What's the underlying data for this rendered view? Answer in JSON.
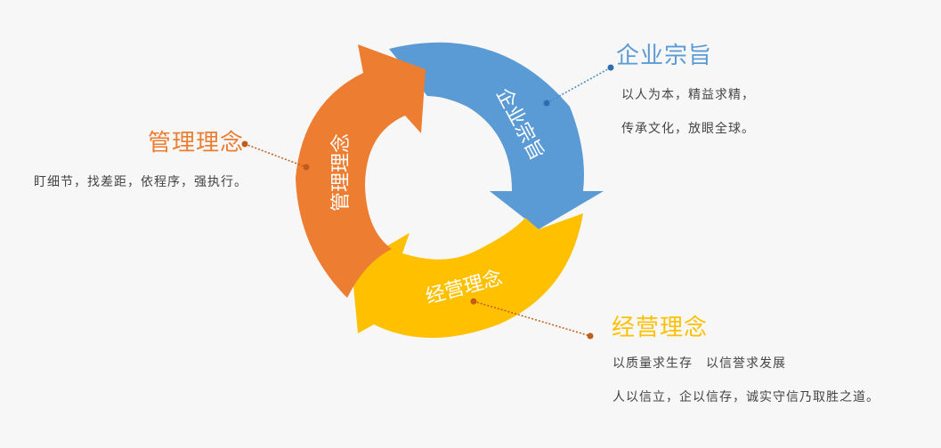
{
  "segments": {
    "mission": {
      "label": "企业宗旨",
      "color": "#5b9bd5"
    },
    "operation": {
      "label": "经营理念",
      "color": "#ffc000"
    },
    "management": {
      "label": "管理理念",
      "color": "#ed7d31"
    }
  },
  "callouts": {
    "mission": {
      "title": "企业宗旨",
      "color": "#5b9bd5",
      "lines": [
        "以人为本，精益求精，",
        "传承文化，放眼全球。"
      ]
    },
    "management": {
      "title": "管理理念",
      "color": "#ed7d31",
      "lines": [
        "盯细节，找差距，依程序，强执行。"
      ]
    },
    "operation": {
      "title": "经营理念",
      "color": "#ffc000",
      "lines": [
        "以质量求生存　以信誉求发展",
        "人以信立，企以信存，诚实守信乃取胜之道。"
      ]
    }
  }
}
